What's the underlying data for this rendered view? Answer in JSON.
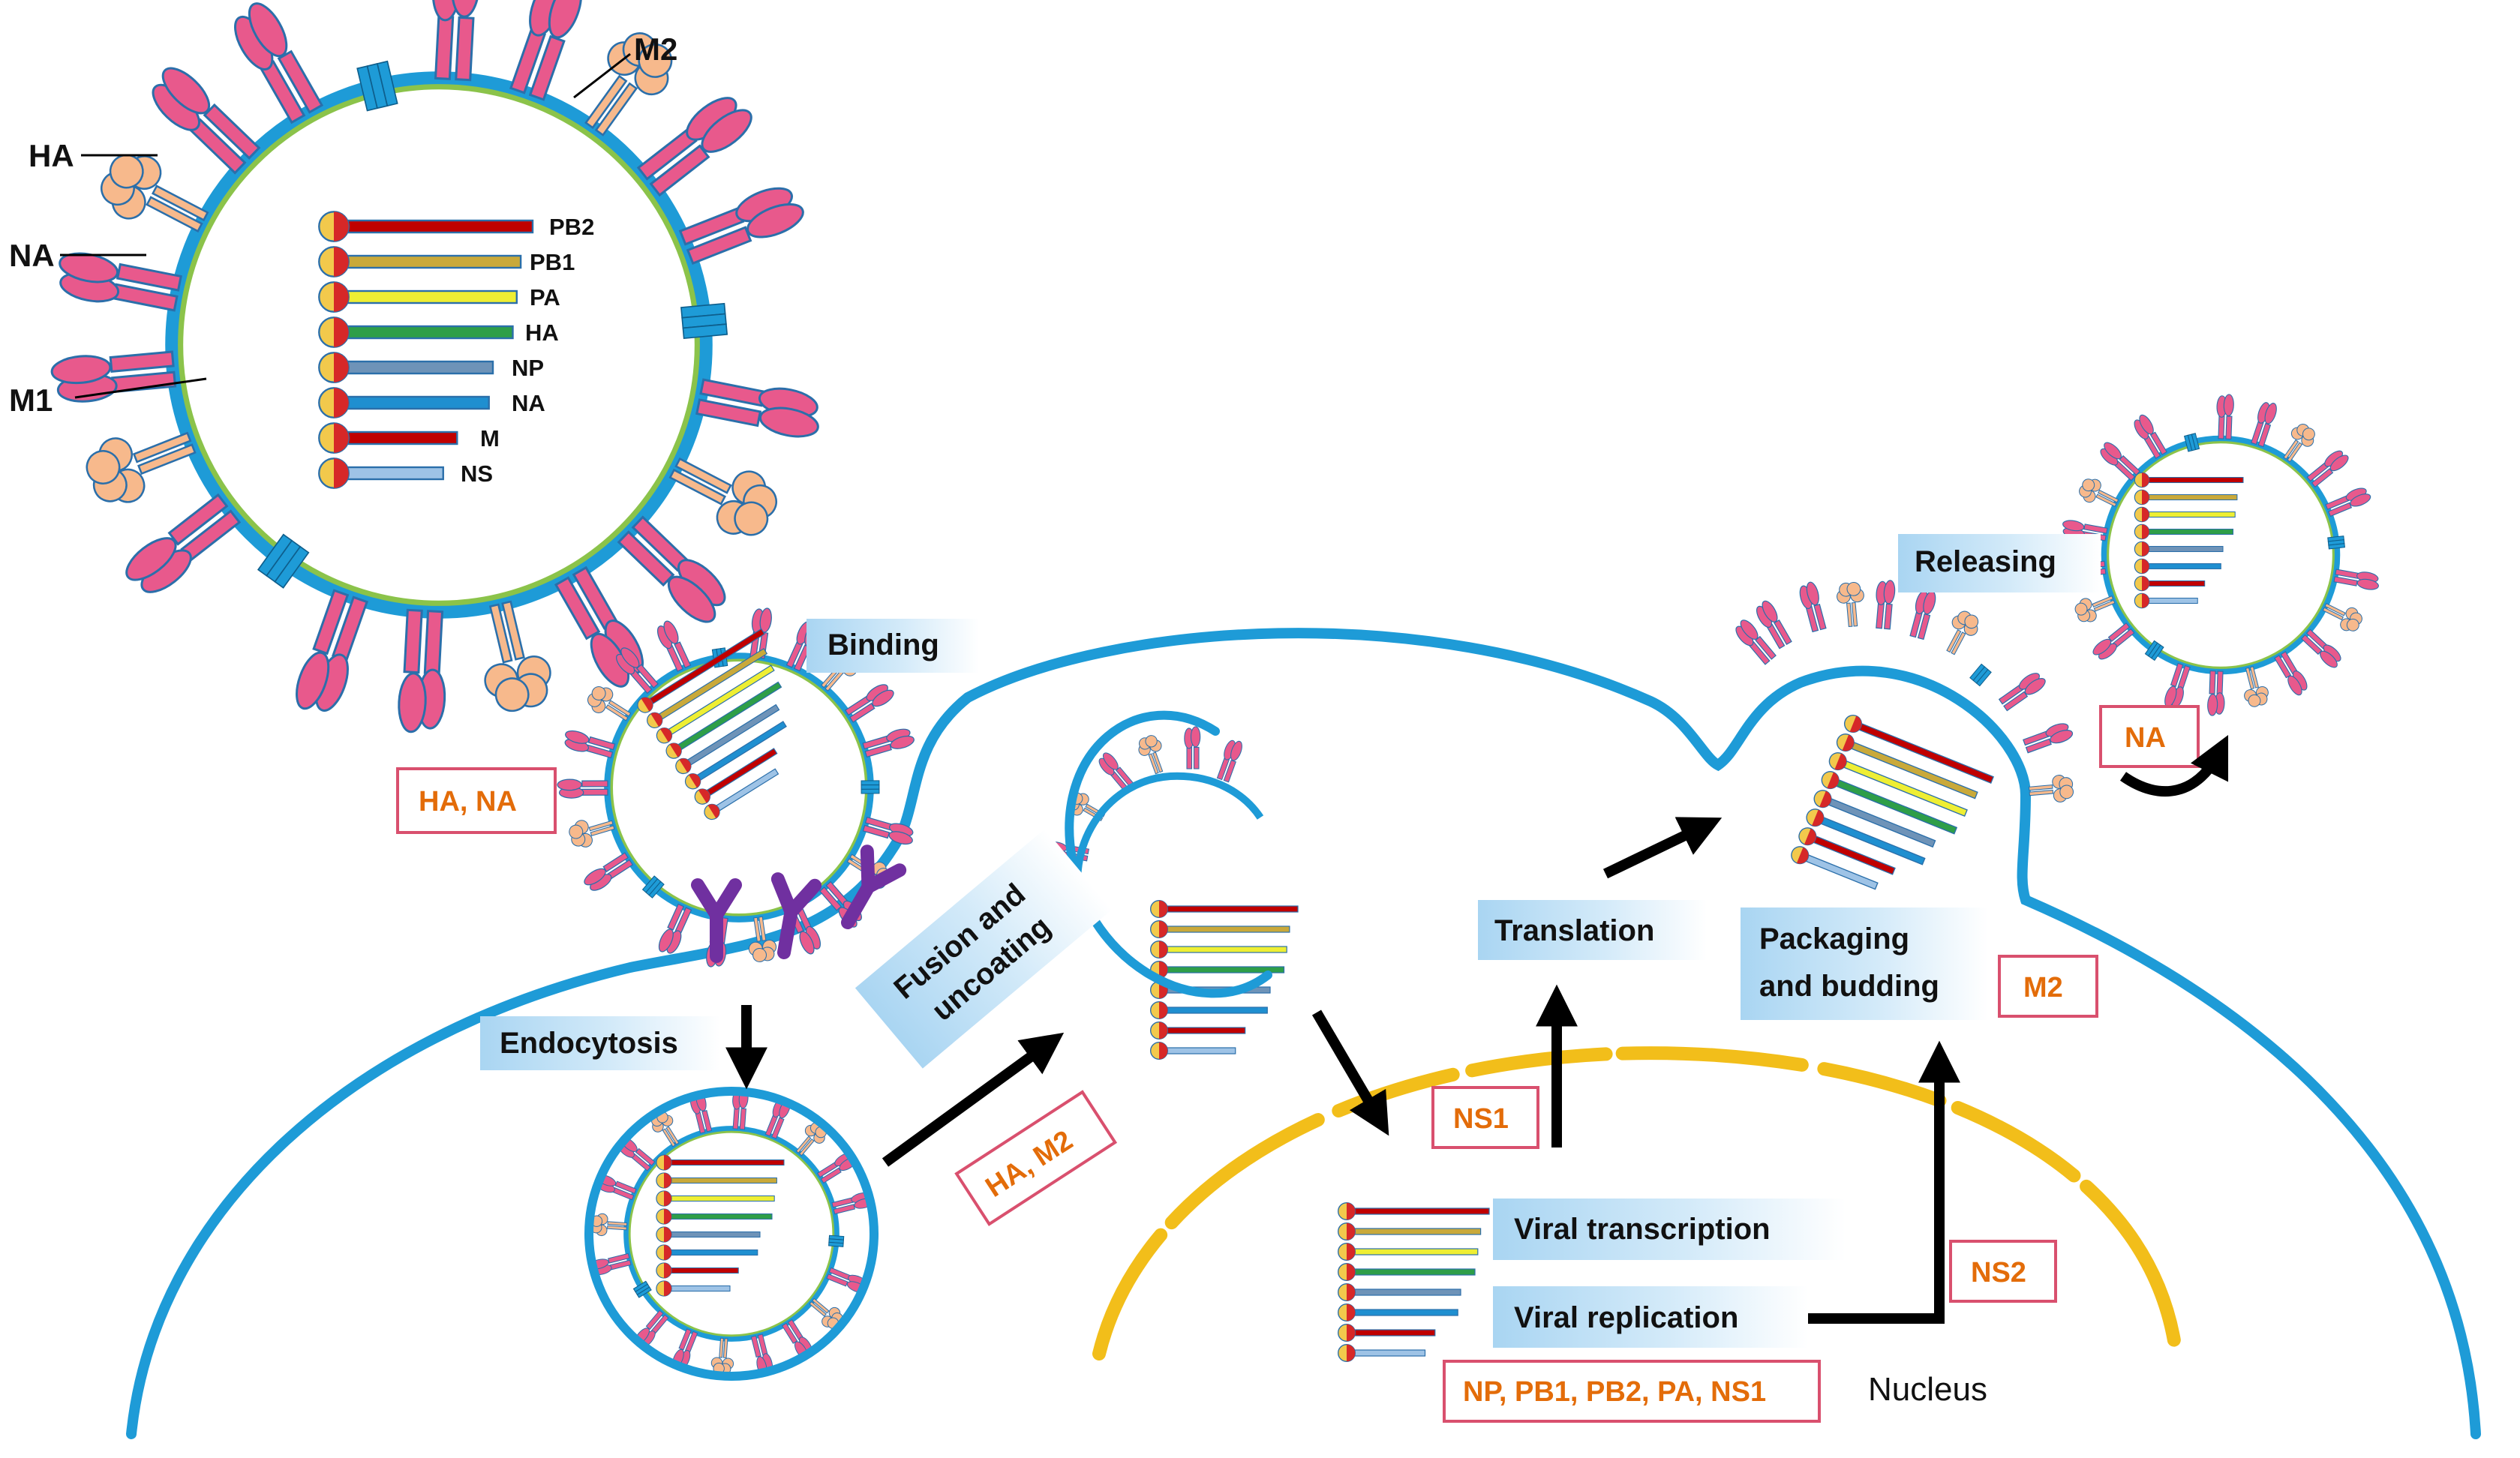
{
  "virion_labels": {
    "ha": "HA",
    "na": "NA",
    "m1": "M1",
    "m2": "M2"
  },
  "segments": [
    "PB2",
    "PB1",
    "PA",
    "HA",
    "NP",
    "NA",
    "M",
    "NS"
  ],
  "segment_colors": [
    "#C00000",
    "#C9A93A",
    "#EEEE33",
    "#2E9E48",
    "#6E93B8",
    "#1F8FD0",
    "#C00000",
    "#9EC3E6"
  ],
  "colors": {
    "membrane": "#1E9BD7",
    "membrane_inner": "#8BC34A",
    "hemagglutinin": "#E8598C",
    "hemagglutinin_stroke": "#2B6FAA",
    "neuraminidase": "#F7B98C",
    "m2_channel": "#1E9BD7",
    "receptor": "#7030A0",
    "nucleus": "#F2BE1A",
    "highlight_text": "#E36C09",
    "highlight_border": "#D9506E"
  },
  "steps": {
    "binding": "Binding",
    "endocytosis": "Endocytosis",
    "fusion_line1": "Fusion and",
    "fusion_line2": "uncoating",
    "translation": "Translation",
    "packaging_line1": "Packaging",
    "packaging_line2": "and budding",
    "releasing": "Releasing",
    "transcription": "Viral transcription",
    "replication": "Viral replication"
  },
  "proteins": {
    "binding": "HA, NA",
    "fusion": "HA, M2",
    "nuclear_import": "NS1",
    "nuclear_export": "NS2",
    "budding": "M2",
    "release": "NA",
    "replication": "NP, PB1,  PB2, PA, NS1"
  },
  "nucleus_label": "Nucleus"
}
